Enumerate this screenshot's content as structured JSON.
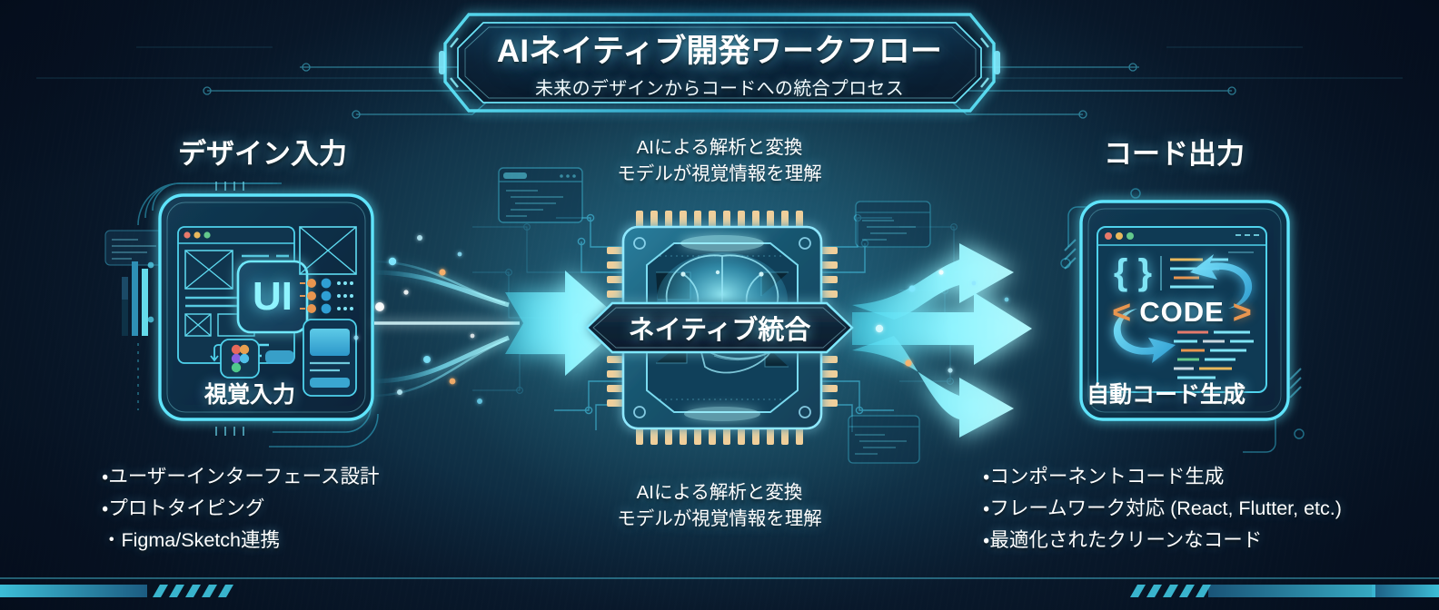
{
  "title": {
    "main": "AIネイティブ開発ワークフロー",
    "subtitle": "未来のデザインからコードへの統合プロセス"
  },
  "left_section": {
    "heading": "デザイン入力",
    "card_caption": "視覚入力",
    "card_badge": "UI",
    "bullets": [
      "ユーザーインターフェース設計",
      "プロトタイピング",
      "Figma/Sketch連携"
    ]
  },
  "center_section": {
    "top_note_line1": "AIによる解析と変換",
    "top_note_line2": "モデルが視覚情報を理解",
    "badge_label": "ネイティブ統合",
    "bottom_note_line1": "AIによる解析と変換",
    "bottom_note_line2": "モデルが視覚情報を理解"
  },
  "right_section": {
    "heading": "コード出力",
    "card_caption": "自動コード生成",
    "code_label": "CODE",
    "brace_symbol": "{ }",
    "chevron_left": "<",
    "chevron_right": ">",
    "bullets": [
      "コンポーネントコード生成",
      "フレームワーク対応 (React, Flutter, etc.)",
      "最適化されたクリーンなコード"
    ]
  },
  "colors": {
    "background_deep": "#0a1b33",
    "background_mid": "#174257",
    "accent_cyan": "#45e0f5",
    "accent_cyan_bright": "#8ff4ff",
    "accent_blue": "#2fa8e8",
    "accent_orange": "#e8954f",
    "pin_gold": "#f0cf9a",
    "text_white": "#ffffff"
  },
  "icons": {
    "arrow_center": "right-arrow-icon",
    "arrows_right": [
      "up-right-arrow-icon",
      "right-arrow-icon",
      "down-right-arrow-icon"
    ],
    "chip": "cpu-chip-icon",
    "brain": "brain-icon",
    "figma": "figma-logo-icon",
    "window_dots": "traffic-light-dots-icon",
    "refresh": "refresh-arrow-icon"
  }
}
